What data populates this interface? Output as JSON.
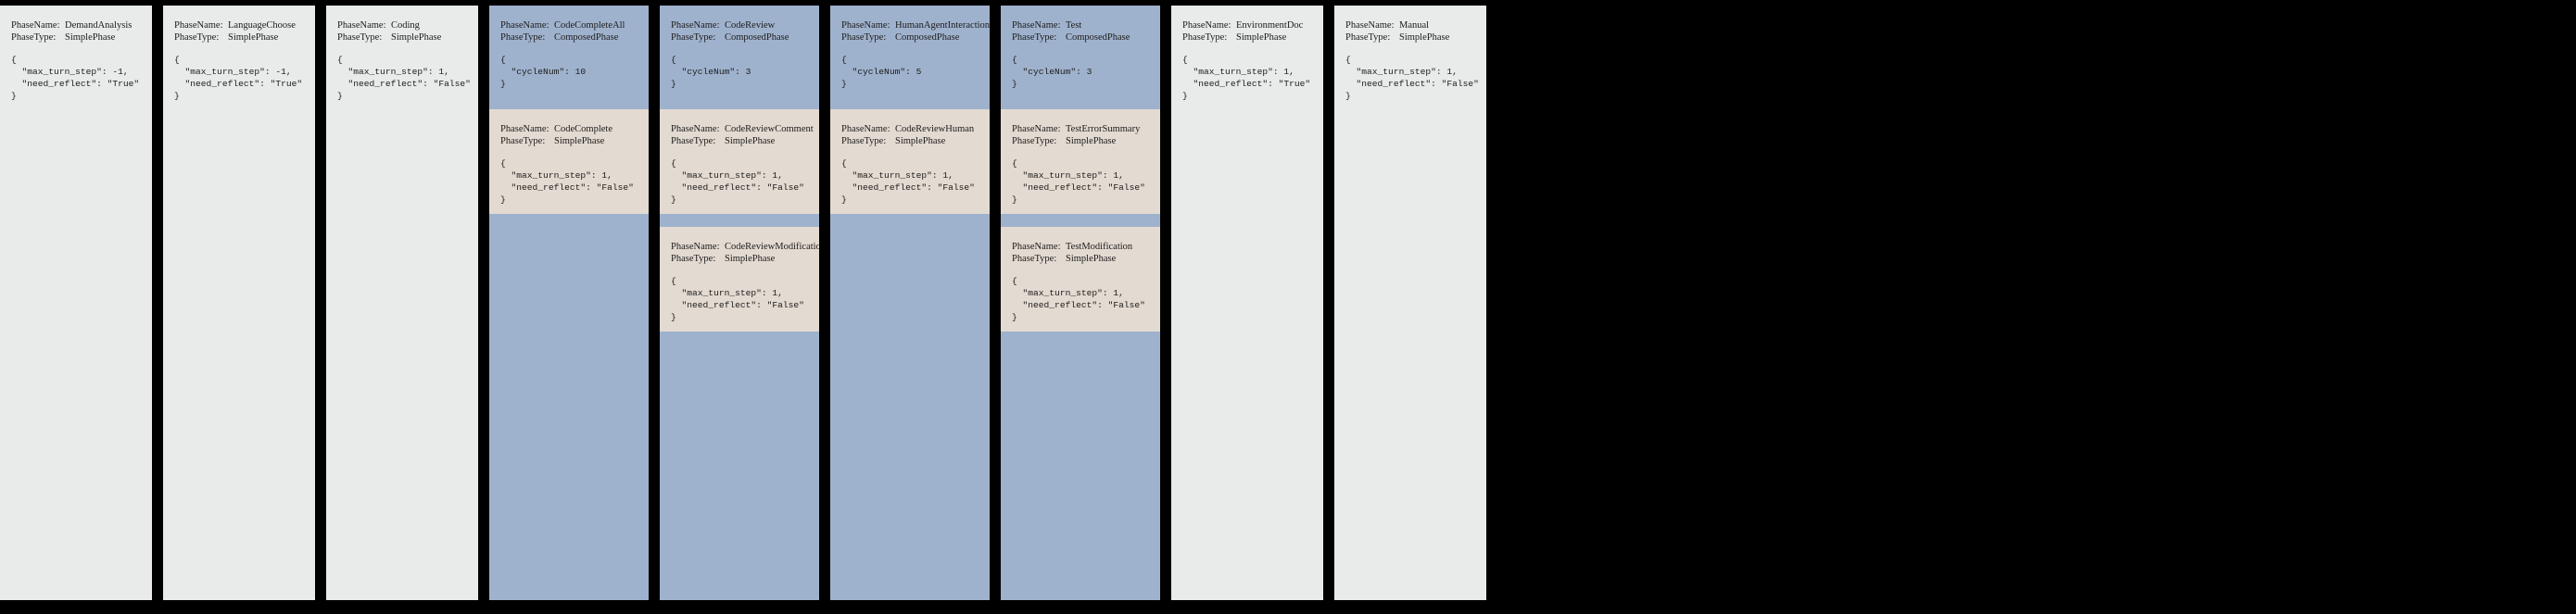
{
  "labels": {
    "phase_name_key": "PhaseName:",
    "phase_type_key": "PhaseType:",
    "brace_open": "{",
    "brace_close": "}"
  },
  "colors": {
    "background": "#000000",
    "simple_phase": "#e8ebea",
    "composed_phase": "#9fb2cd",
    "sub_phase": "#e3dad1",
    "text": "#1c1c1c"
  },
  "cards": [
    {
      "id": "demand-analysis",
      "kind": "simple",
      "phase_name": "DemandAnalysis",
      "phase_type": "SimplePhase",
      "config_lines": [
        "{",
        "  \"max_turn_step\": -1,",
        "  \"need_reflect\": \"True\"",
        "}"
      ],
      "subphases": []
    },
    {
      "id": "language-choose",
      "kind": "simple",
      "phase_name": "LanguageChoose",
      "phase_type": "SimplePhase",
      "config_lines": [
        "{",
        "  \"max_turn_step\": -1,",
        "  \"need_reflect\": \"True\"",
        "}"
      ],
      "subphases": []
    },
    {
      "id": "coding",
      "kind": "simple",
      "phase_name": "Coding",
      "phase_type": "SimplePhase",
      "config_lines": [
        "{",
        "  \"max_turn_step\": 1,",
        "  \"need_reflect\": \"False\"",
        "}"
      ],
      "subphases": []
    },
    {
      "id": "code-complete-all",
      "kind": "composed",
      "phase_name": "CodeCompleteAll",
      "phase_type": "ComposedPhase",
      "config_lines": [
        "{",
        "  \"cycleNum\": 10",
        "}"
      ],
      "subphases": [
        {
          "id": "code-complete",
          "phase_name": "CodeComplete",
          "phase_type": "SimplePhase",
          "config_lines": [
            "{",
            "  \"max_turn_step\": 1,",
            "  \"need_reflect\": \"False\"",
            "}"
          ]
        }
      ]
    },
    {
      "id": "code-review",
      "kind": "composed",
      "phase_name": "CodeReview",
      "phase_type": "ComposedPhase",
      "config_lines": [
        "{",
        "  \"cycleNum\": 3",
        "}"
      ],
      "subphases": [
        {
          "id": "code-review-comment",
          "phase_name": "CodeReviewComment",
          "phase_type": "SimplePhase",
          "config_lines": [
            "{",
            "  \"max_turn_step\": 1,",
            "  \"need_reflect\": \"False\"",
            "}"
          ]
        },
        {
          "id": "code-review-modification",
          "phase_name": "CodeReviewModification",
          "phase_type": "SimplePhase",
          "config_lines": [
            "{",
            "  \"max_turn_step\": 1,",
            "  \"need_reflect\": \"False\"",
            "}"
          ]
        }
      ]
    },
    {
      "id": "human-agent-interaction",
      "kind": "composed",
      "phase_name": "HumanAgentInteraction",
      "phase_type": "ComposedPhase",
      "config_lines": [
        "{",
        "  \"cycleNum\": 5",
        "}"
      ],
      "subphases": [
        {
          "id": "code-review-human",
          "phase_name": "CodeReviewHuman",
          "phase_type": "SimplePhase",
          "config_lines": [
            "{",
            "  \"max_turn_step\": 1,",
            "  \"need_reflect\": \"False\"",
            "}"
          ]
        }
      ]
    },
    {
      "id": "test",
      "kind": "composed",
      "phase_name": "Test",
      "phase_type": "ComposedPhase",
      "config_lines": [
        "{",
        "  \"cycleNum\": 3",
        "}"
      ],
      "subphases": [
        {
          "id": "test-error-summary",
          "phase_name": "TestErrorSummary",
          "phase_type": "SimplePhase",
          "config_lines": [
            "{",
            "  \"max_turn_step\": 1,",
            "  \"need_reflect\": \"False\"",
            "}"
          ]
        },
        {
          "id": "test-modification",
          "phase_name": "TestModification",
          "phase_type": "SimplePhase",
          "config_lines": [
            "{",
            "  \"max_turn_step\": 1,",
            "  \"need_reflect\": \"False\"",
            "}"
          ]
        }
      ]
    },
    {
      "id": "environment-doc",
      "kind": "simple",
      "phase_name": "EnvironmentDoc",
      "phase_type": "SimplePhase",
      "config_lines": [
        "{",
        "  \"max_turn_step\": 1,",
        "  \"need_reflect\": \"True\"",
        "}"
      ],
      "subphases": []
    },
    {
      "id": "manual",
      "kind": "simple",
      "phase_name": "Manual",
      "phase_type": "SimplePhase",
      "config_lines": [
        "{",
        "  \"max_turn_step\": 1,",
        "  \"need_reflect\": \"False\"",
        "}"
      ],
      "subphases": []
    }
  ]
}
